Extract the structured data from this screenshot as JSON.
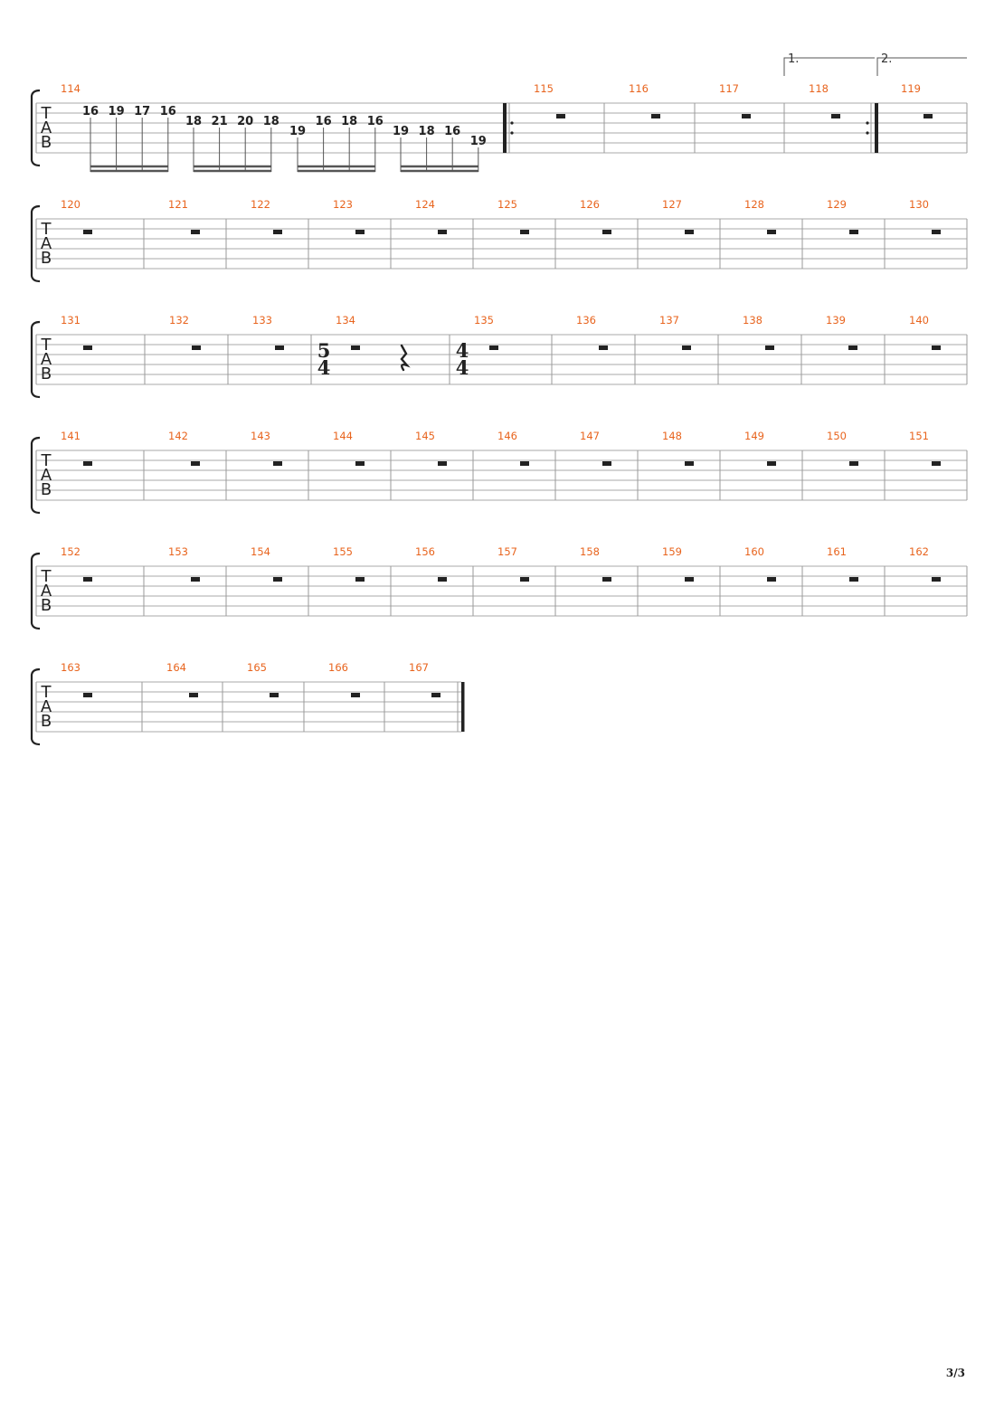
{
  "clef": [
    "T",
    "A",
    "B"
  ],
  "volta": [
    {
      "label": "1."
    },
    {
      "label": "2."
    }
  ],
  "first_system": {
    "notes": [
      {
        "fret": "16",
        "string": 1
      },
      {
        "fret": "19",
        "string": 1
      },
      {
        "fret": "17",
        "string": 1
      },
      {
        "fret": "16",
        "string": 1
      },
      {
        "fret": "18",
        "string": 2
      },
      {
        "fret": "21",
        "string": 2
      },
      {
        "fret": "20",
        "string": 2
      },
      {
        "fret": "18",
        "string": 2
      },
      {
        "fret": "19",
        "string": 3
      },
      {
        "fret": "16",
        "string": 2
      },
      {
        "fret": "18",
        "string": 2
      },
      {
        "fret": "16",
        "string": 2
      },
      {
        "fret": "19",
        "string": 3
      },
      {
        "fret": "18",
        "string": 3
      },
      {
        "fret": "16",
        "string": 3
      },
      {
        "fret": "19",
        "string": 4
      }
    ]
  },
  "systems": [
    {
      "measures": [
        "114",
        "115",
        "116",
        "117",
        "118",
        "119"
      ]
    },
    {
      "measures": [
        "120",
        "121",
        "122",
        "123",
        "124",
        "125",
        "126",
        "127",
        "128",
        "129",
        "130"
      ]
    },
    {
      "measures": [
        "131",
        "132",
        "133",
        "134",
        "135",
        "136",
        "137",
        "138",
        "139",
        "140"
      ]
    },
    {
      "measures": [
        "141",
        "142",
        "143",
        "144",
        "145",
        "146",
        "147",
        "148",
        "149",
        "150",
        "151"
      ]
    },
    {
      "measures": [
        "152",
        "153",
        "154",
        "155",
        "156",
        "157",
        "158",
        "159",
        "160",
        "161",
        "162"
      ]
    },
    {
      "measures": [
        "163",
        "164",
        "165",
        "166",
        "167"
      ]
    }
  ],
  "time_signatures": [
    {
      "measure": "134",
      "top": "5",
      "bottom": "4"
    },
    {
      "measure": "135",
      "top": "4",
      "bottom": "4"
    }
  ],
  "page_number": "3/3"
}
